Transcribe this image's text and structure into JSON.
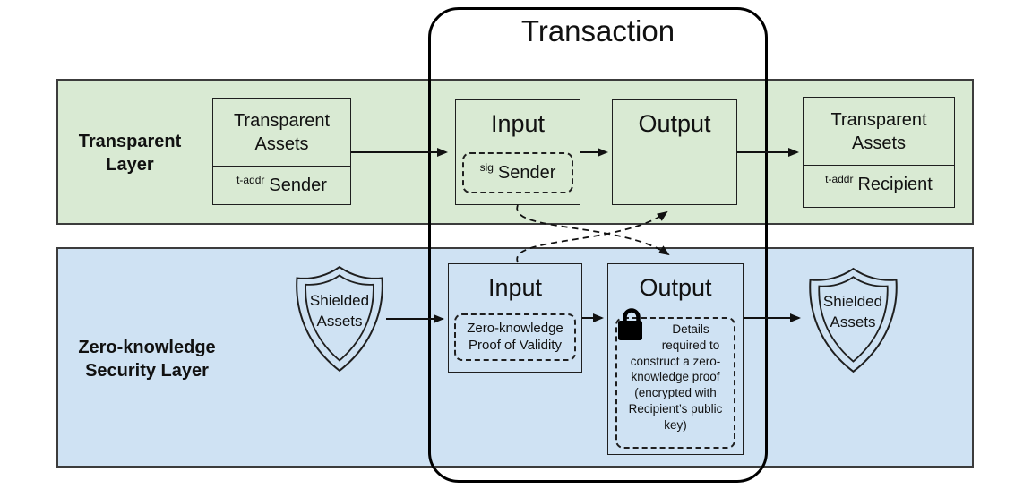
{
  "colors": {
    "transparent_band": "#d9ead3",
    "shielded_band": "#cfe2f3",
    "line": "#1f1f1f"
  },
  "icons": {
    "shield_left": "shield-double-outline",
    "shield_right": "shield-double-outline",
    "lock": "padlock"
  },
  "transaction": {
    "title": "Transaction"
  },
  "transparent_layer": {
    "label": "Transparent\nLayer",
    "sender_assets": {
      "title": "Transparent Assets",
      "addr_prefix": "t-addr",
      "addr_name": "Sender"
    },
    "input": {
      "title": "Input",
      "sig_prefix": "sig",
      "sig_name": "Sender"
    },
    "output": {
      "title": "Output"
    },
    "recipient_assets": {
      "title": "Transparent Assets",
      "addr_prefix": "t-addr",
      "addr_name": "Recipient"
    }
  },
  "zk_layer": {
    "label": "Zero-knowledge\nSecurity Layer",
    "shield_left_label": "Shielded\nAssets",
    "input": {
      "title": "Input",
      "note": "Zero-knowledge\nProof of Validity"
    },
    "output": {
      "title": "Output",
      "note": "Details required to construct a zero-knowledge proof (encrypted with Recipient’s public key)"
    },
    "shield_right_label": "Shielded\nAssets"
  }
}
